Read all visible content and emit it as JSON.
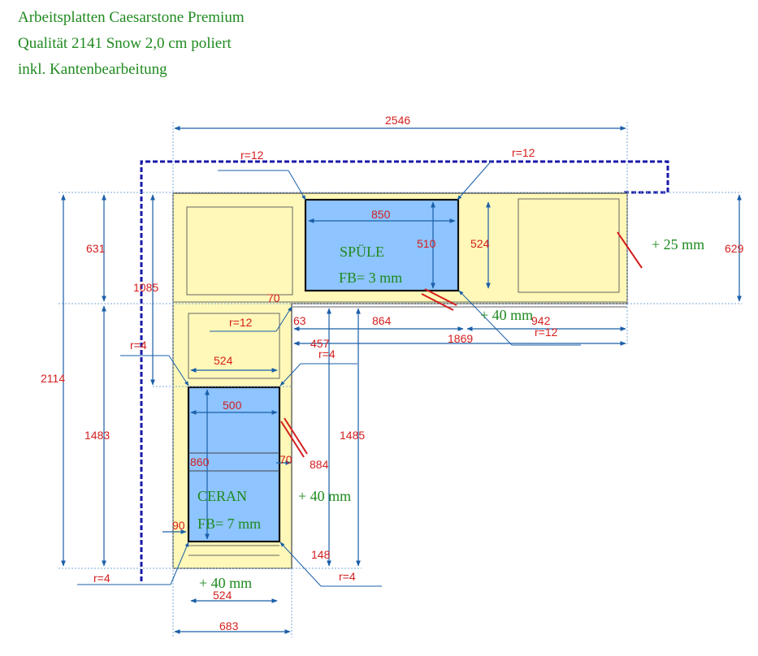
{
  "title": {
    "line1": "Arbeitsplatten Caesarstone Premium",
    "line2": "Qualität 2141 Snow 2,0 cm poliert",
    "line3": "inkl. Kantenbearbeitung"
  },
  "colors": {
    "countertop": "#fff8b8",
    "cutout": "#8ec4ff",
    "dimension_text": "#d41e1e",
    "label_text": "#1f8a1f",
    "dimension_line": "#1a5fa8",
    "outline_dash": "#1a1aa8"
  },
  "labels": {
    "sink_name": "SPÜLE",
    "sink_fb": "FB= 3 mm",
    "ceran_name": "CERAN",
    "ceran_fb": "FB= 7 mm",
    "plus25": "+ 25 mm",
    "plus40_top": "+ 40 mm",
    "plus40_right": "+ 40 mm",
    "plus40_bottom": "+ 40 mm"
  },
  "dimensions": {
    "d2546": "2546",
    "d631": "631",
    "d1085": "1085",
    "d2114": "2114",
    "d1483": "1483",
    "d629": "629",
    "d850": "850",
    "d510": "510",
    "d524_sink": "524",
    "d864": "864",
    "d942": "942",
    "d1869": "1869",
    "d63": "63",
    "d457": "457",
    "d70_top": "70",
    "d524_ceran": "524",
    "d500": "500",
    "d860": "860",
    "d70_ceran": "70",
    "d884": "884",
    "d1485": "1485",
    "d90": "90",
    "d148": "148",
    "d524_bottom": "524",
    "d683": "683",
    "r12_a": "r=12",
    "r12_b": "r=12",
    "r12_c": "r=12",
    "r12_d": "r=12",
    "r4_a": "r=4",
    "r4_b": "r=4",
    "r4_c": "r=4",
    "r4_d": "r=4"
  }
}
